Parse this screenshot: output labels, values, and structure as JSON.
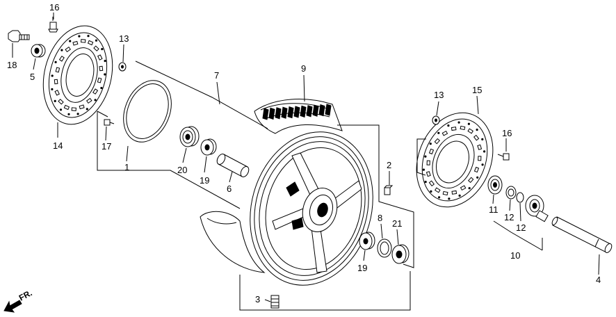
{
  "labels": {
    "p1": "1",
    "p2": "2",
    "p3": "3",
    "p4": "4",
    "p5": "5",
    "p6": "6",
    "p7": "7",
    "p8": "8",
    "p9": "9",
    "p10": "10",
    "p11": "11",
    "p12a": "12",
    "p12b": "12",
    "p13a": "13",
    "p13b": "13",
    "p14": "14",
    "p15": "15",
    "p16a": "16",
    "p16b": "16",
    "p17": "17",
    "p18": "18",
    "p19a": "19",
    "p19b": "19",
    "p20": "20",
    "p21": "21"
  },
  "direction": {
    "text": "FR."
  },
  "icons": {
    "direction_arrow": "arrow-down-left-icon"
  }
}
